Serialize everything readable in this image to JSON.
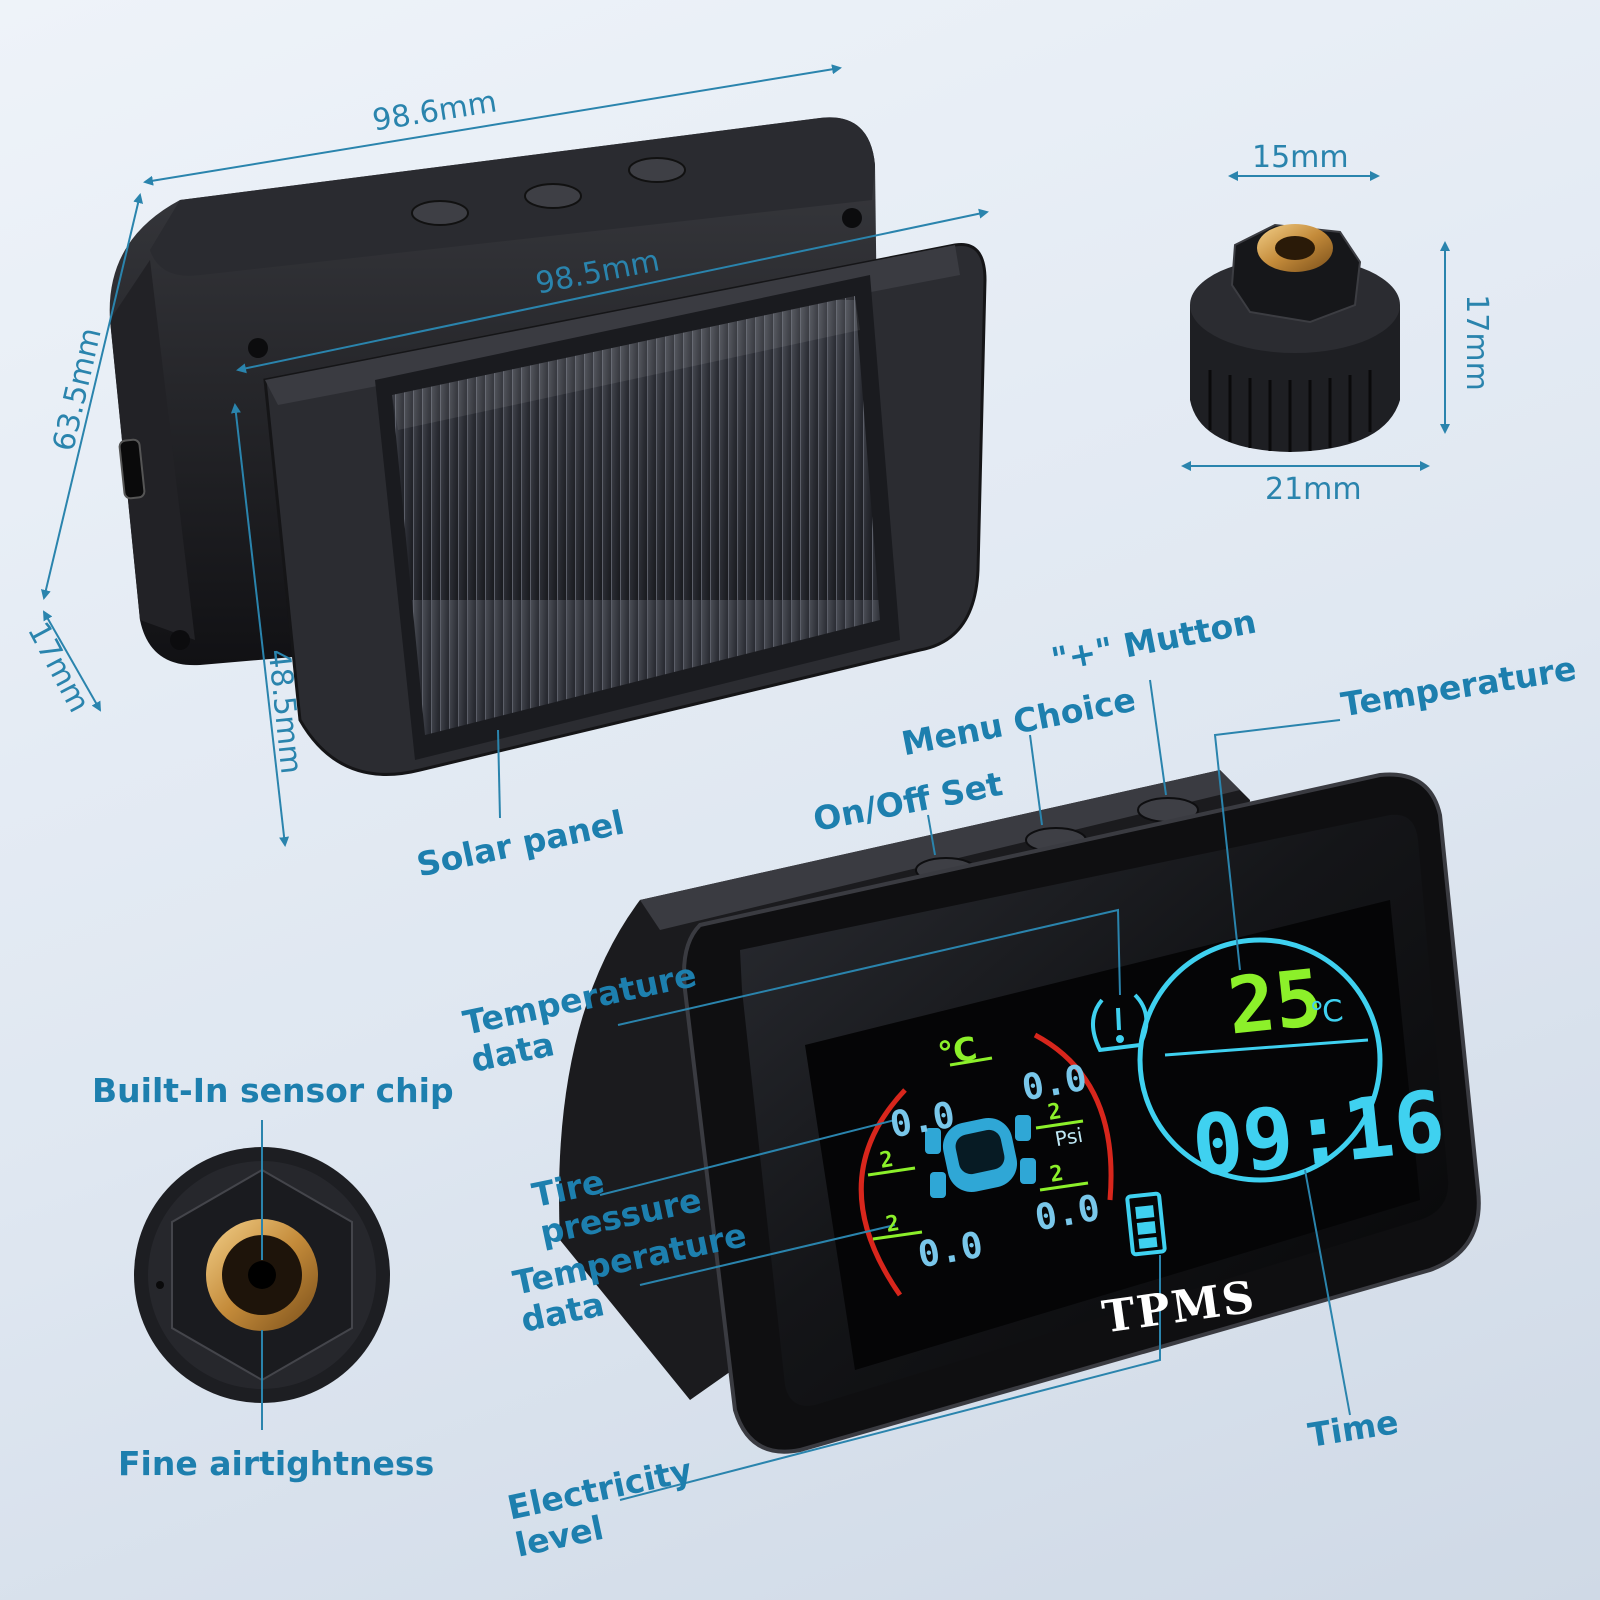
{
  "colors": {
    "background": "#e3eaf3",
    "label_blue": "#1d7fae",
    "display_cyan": "#3fd1f0",
    "display_green": "#8cf02a",
    "display_red": "#d8261c",
    "device_black": "#1c1c1e"
  },
  "dimensions": {
    "monitor_width": "98.6mm",
    "solar_width": "98.5mm",
    "monitor_height": "63.5mm",
    "monitor_depth": "17mm",
    "solar_height": "48.5mm",
    "sensor_top_width": "15mm",
    "sensor_height": "17mm",
    "sensor_base_width": "21mm"
  },
  "callouts": {
    "solar_panel": "Solar panel",
    "plus_button": "\"+\" Mutton",
    "menu_choice": "Menu Choice",
    "on_off_set": "On/Off Set",
    "temperature": "Temperature",
    "temperature_data_top": [
      "Temperature",
      "data"
    ],
    "built_in_sensor_chip": "Built-In sensor chip",
    "tire_pressure": [
      "Tire",
      "pressure"
    ],
    "temperature_data_bottom": [
      "Temperature",
      "data"
    ],
    "fine_airtightness": "Fine airtightness",
    "electricity_level": [
      "Electricity",
      "level"
    ],
    "time": "Time"
  },
  "display": {
    "brand": "TPMS",
    "temperature_value": "25",
    "temperature_unit": "℃",
    "clock": "09:16",
    "celsius_badge": "℃",
    "pressure_unit": "Psi",
    "tire_pressures": [
      "0.0",
      "0.0",
      "0.0",
      "0.0"
    ],
    "tire_temps": [
      "2",
      "2",
      "2",
      "2"
    ]
  },
  "icons": [
    "tpms-warning-icon",
    "car-top-view-icon",
    "battery-icon",
    "usb-port-icon"
  ]
}
